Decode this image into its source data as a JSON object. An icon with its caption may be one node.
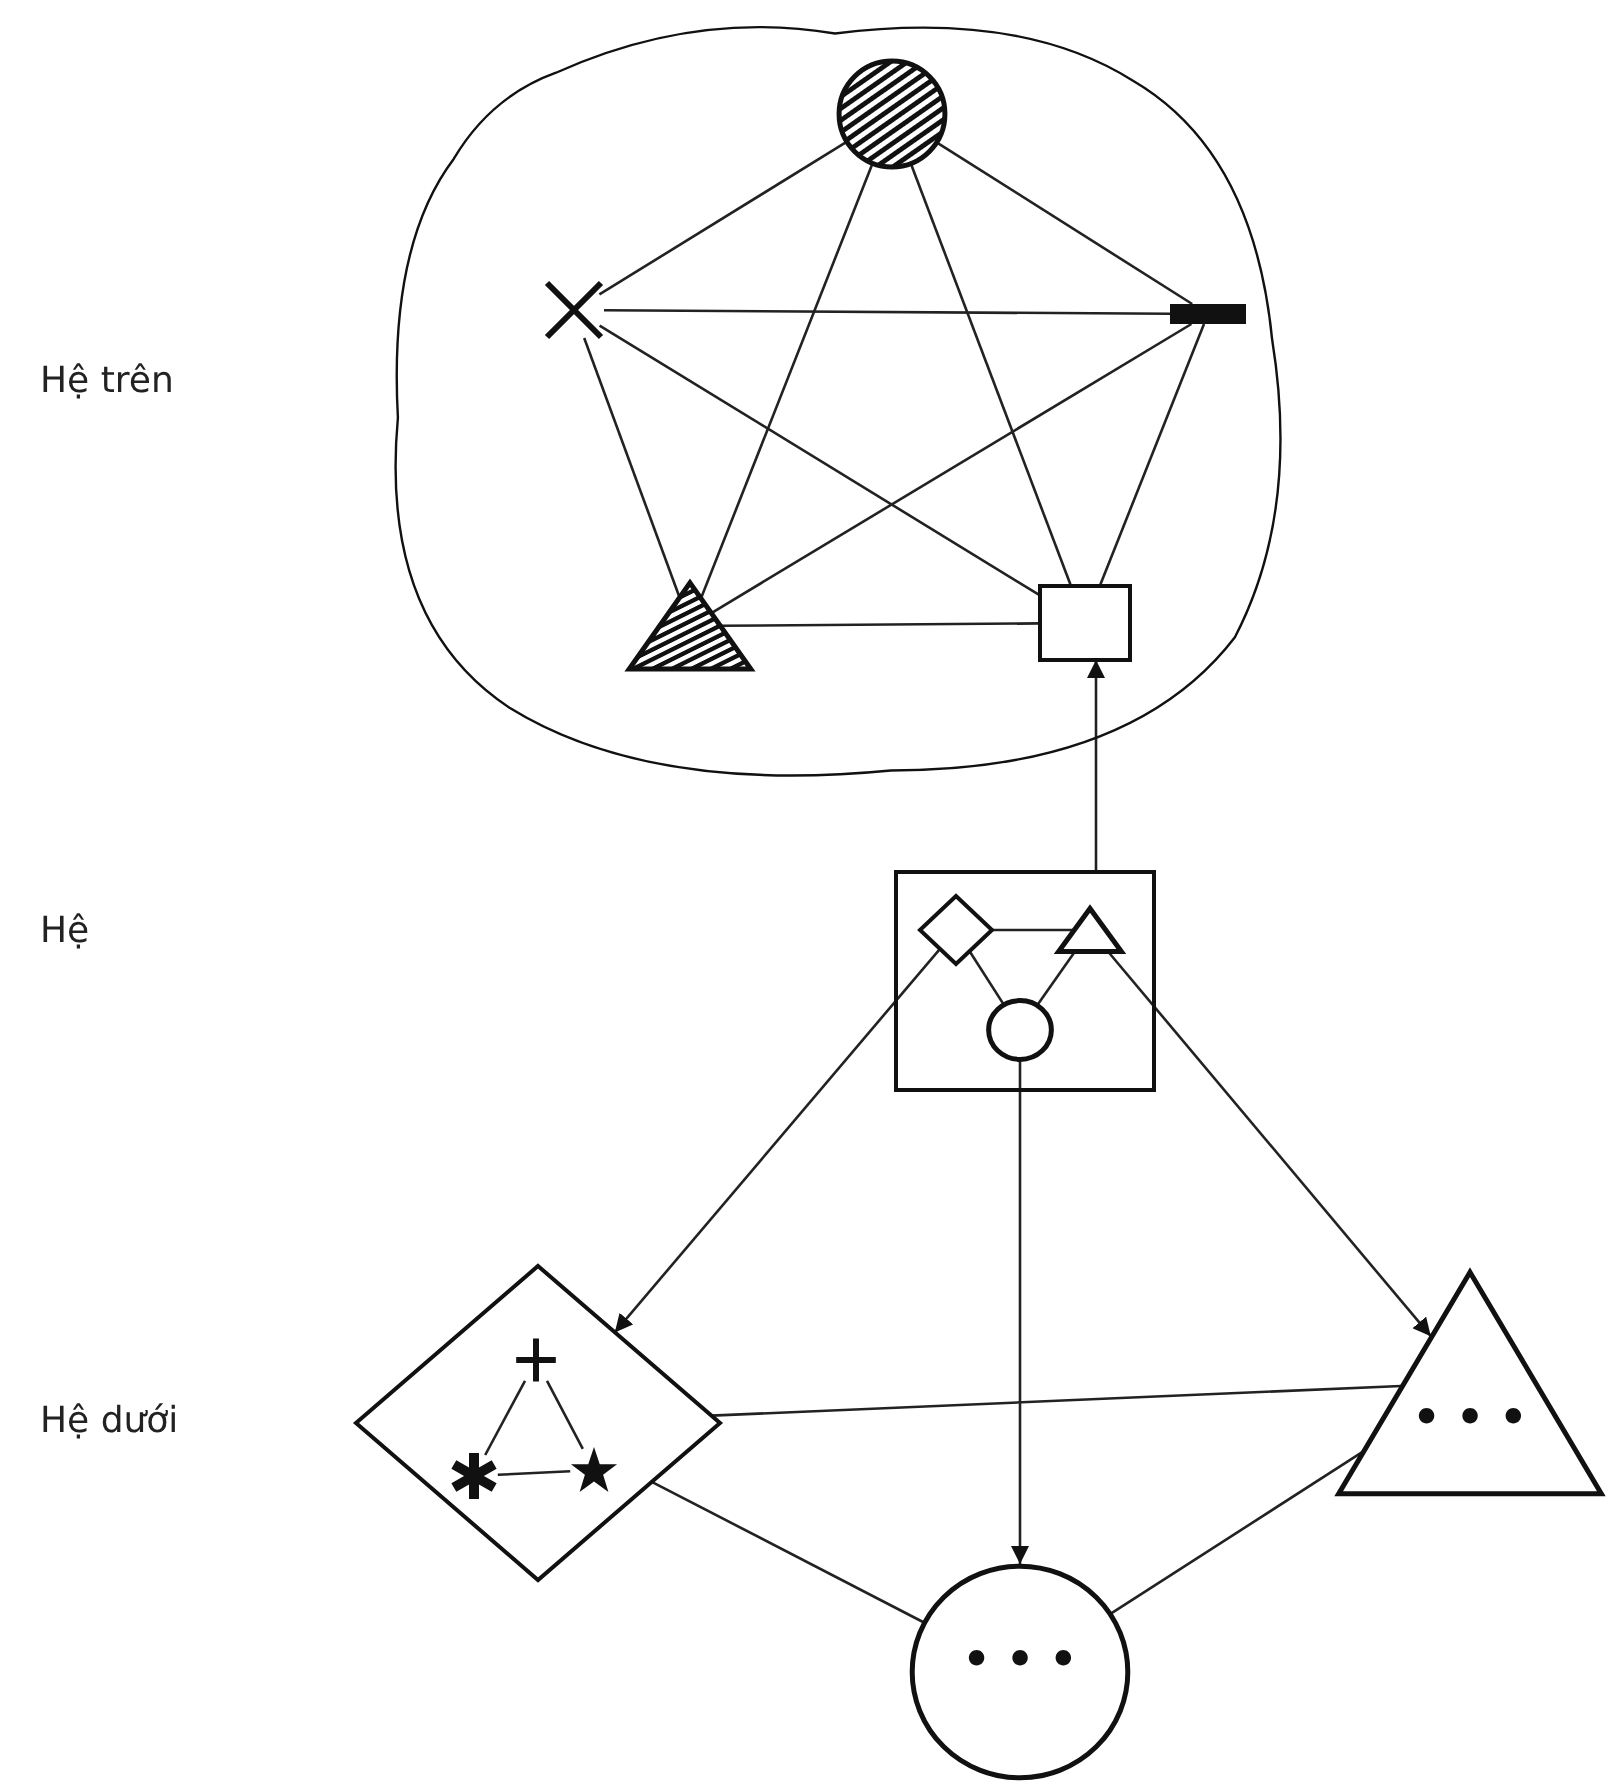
{
  "diagram": {
    "nodes": [
      {
        "text": [],
        "shape": "cloud"
      },
      {
        "text": [],
        "shape": "circle",
        "in": 0
      },
      {
        "text": [],
        "shape": "cross",
        "in": 0
      },
      {
        "text": [],
        "shape": "bar",
        "in": 0
      },
      {
        "text": [],
        "shape": "triangle",
        "in": 0
      },
      {
        "text": [],
        "shape": "box",
        "in": 0
      },
      {
        "text": [],
        "shape": "box"
      },
      {
        "text": [],
        "shape": "diamond",
        "in": 6
      },
      {
        "text": [],
        "shape": "triangle",
        "in": 6
      },
      {
        "text": [],
        "shape": "circle",
        "in": 6
      },
      {
        "text": [],
        "shape": "diamond"
      },
      {
        "text": [],
        "shape": "plus",
        "in": 10
      },
      {
        "text": [],
        "shape": "asterisk",
        "in": 10
      },
      {
        "text": [],
        "shape": "star",
        "in": 10
      },
      {
        "text": [
          "• • •"
        ]
      },
      {
        "text": [
          "• • •"
        ]
      }
    ],
    "edges": [
      {
        "from": 1,
        "to": 2,
        "arrow": "none"
      },
      {
        "from": 1,
        "to": 3,
        "arrow": "none"
      },
      {
        "from": 1,
        "to": 4,
        "arrow": "none"
      },
      {
        "from": 1,
        "to": 5,
        "arrow": "none"
      },
      {
        "from": 2,
        "to": 3,
        "arrow": "none"
      },
      {
        "from": 2,
        "to": 4,
        "arrow": "none"
      },
      {
        "from": 2,
        "to": 5,
        "arrow": "none"
      },
      {
        "from": 3,
        "to": 4,
        "arrow": "none"
      },
      {
        "from": 3,
        "to": 5,
        "arrow": "none"
      },
      {
        "from": 4,
        "to": 5,
        "arrow": "none"
      },
      {
        "from": 6,
        "to": 5,
        "arrow": "to"
      },
      {
        "from": 7,
        "to": 8,
        "arrow": "none"
      },
      {
        "from": 7,
        "to": 9,
        "arrow": "none"
      },
      {
        "from": 8,
        "to": 9,
        "arrow": "none"
      },
      {
        "from": 7,
        "to": 10,
        "arrow": "to"
      },
      {
        "from": 9,
        "to": 15,
        "arrow": "to"
      },
      {
        "from": 8,
        "to": 14,
        "arrow": "to"
      },
      {
        "from": 11,
        "to": 12,
        "arrow": "none"
      },
      {
        "from": 11,
        "to": 13,
        "arrow": "none"
      },
      {
        "from": 12,
        "to": 13,
        "arrow": "none"
      },
      {
        "from": 10,
        "to": 14,
        "arrow": "none"
      },
      {
        "from": 10,
        "to": 15,
        "arrow": "none"
      },
      {
        "from": 14,
        "to": 15,
        "arrow": "none"
      }
    ],
    "labels": [
      "Hệ trên",
      "Hệ",
      "Hệ dưới"
    ]
  }
}
